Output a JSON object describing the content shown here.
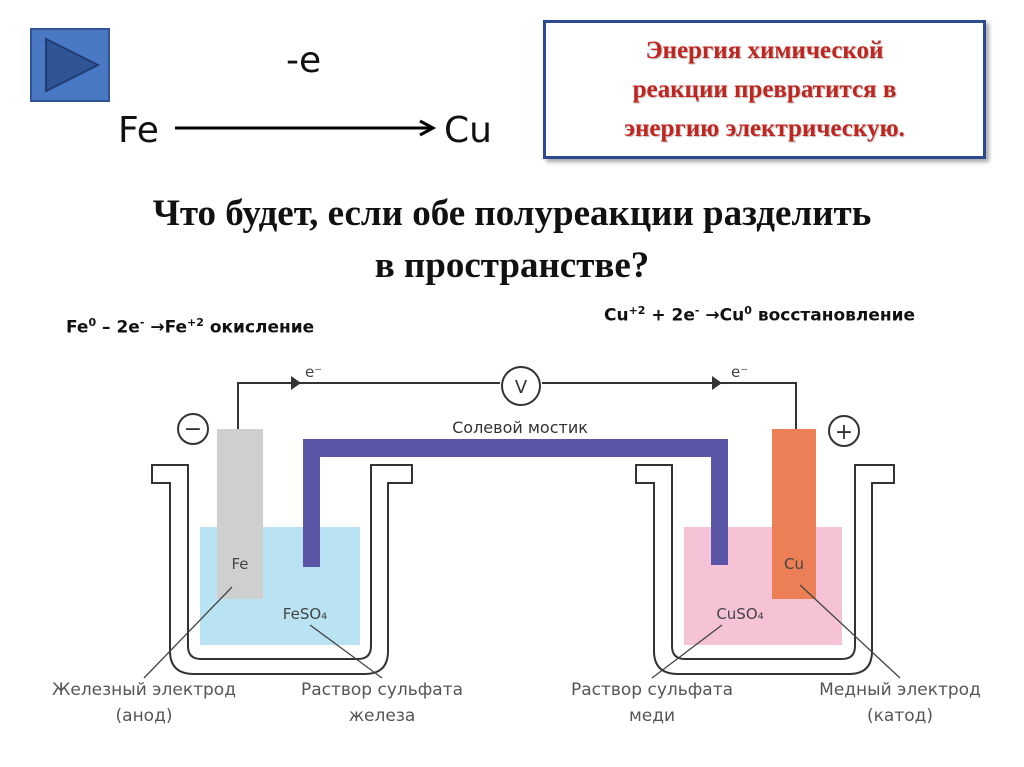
{
  "top": {
    "arrow_label": "-e",
    "from": "Fe",
    "to": "Cu"
  },
  "info_box": {
    "lines": [
      "Энергия химической",
      "реакции превратится в",
      "энергию электрическую."
    ]
  },
  "question": {
    "line1": "Что будет, если обе полуреакции разделить",
    "line2": "в пространстве?"
  },
  "reactions": {
    "left": {
      "a": "Fe",
      "a_sup": "0",
      "b": " – 2e",
      "b_sup": "-",
      "c": " →Fe",
      "c_sup": "+2",
      "d": " окисление"
    },
    "right": {
      "a": "Cu",
      "a_sup": "+2",
      "b": " + 2e",
      "b_sup": "-",
      "c": " →Cu",
      "c_sup": "0",
      "d": " восстановление"
    }
  },
  "diagram": {
    "electron_left": "e⁻",
    "electron_right": "e⁻",
    "voltmeter": "V",
    "minus": "−",
    "plus": "+",
    "salt_bridge": "Солевой мостик",
    "fe_electrode": "Fe",
    "cu_electrode": "Cu",
    "feso4": "FeSO₄",
    "cuso4": "CuSO₄",
    "caption_fe_electrode_1": "Железный электрод",
    "caption_fe_electrode_2": "(анод)",
    "caption_fe_solution_1": "Раствор сульфата",
    "caption_fe_solution_2": "железа",
    "caption_cu_solution_1": "Раствор сульфата",
    "caption_cu_solution_2": "меди",
    "caption_cu_electrode_1": "Медный электрод",
    "caption_cu_electrode_2": "(катод)",
    "colors": {
      "fe_solution": "#b9e3f3",
      "cu_solution": "#f6c3d6",
      "fe_electrode": "#cfcfcf",
      "cu_electrode": "#ec7f55",
      "bridge": "#5b55a8",
      "info_text": "#c0261f",
      "info_border": "#2e4a8e"
    }
  }
}
